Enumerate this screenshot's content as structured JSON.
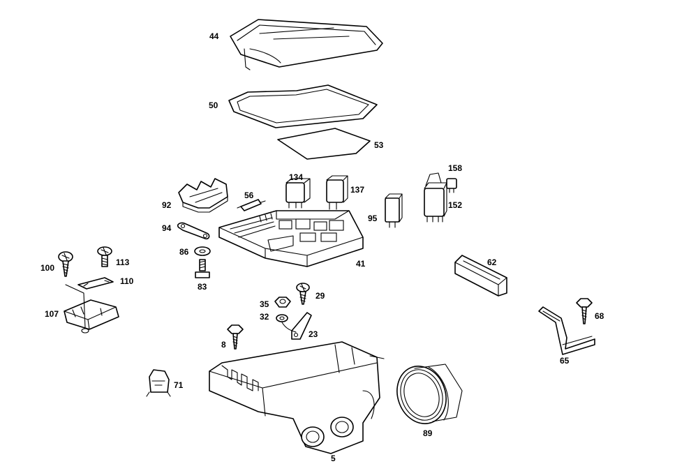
{
  "callouts": {
    "c44": "44",
    "c50": "50",
    "c53": "53",
    "c134": "134",
    "c137": "137",
    "c158": "158",
    "c152": "152",
    "c92": "92",
    "c56": "56",
    "c95": "95",
    "c94": "94",
    "c86": "86",
    "c41": "41",
    "c62": "62",
    "c100": "100",
    "c113": "113",
    "c110": "110",
    "c83": "83",
    "c35": "35",
    "c29": "29",
    "c32": "32",
    "c23": "23",
    "c107": "107",
    "c68": "68",
    "c8": "8",
    "c65": "65",
    "c71": "71",
    "c89": "89",
    "c5": "5"
  }
}
